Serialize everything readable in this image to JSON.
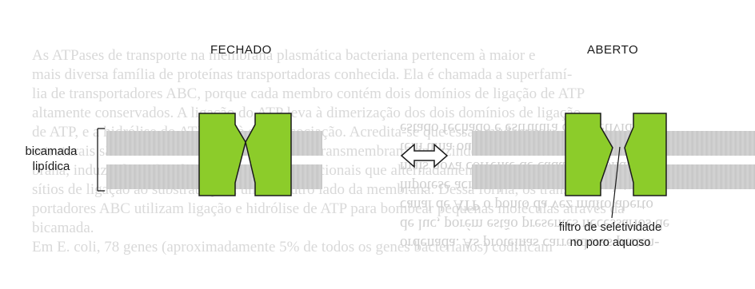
{
  "labels": {
    "closed": "FECHADO",
    "open": "ABERTO",
    "bilayer_line1": "bicamada",
    "bilayer_line2": "lipídica",
    "filter_line1": "filtro de seletividade",
    "filter_line2": "no poro aquoso"
  },
  "background_text": [
    "As ATPases de transporte na membrana plasmática bacteriana pertencem à maior e",
    "mais diversa família de proteínas transportadoras conhecida. Ela é chamada a superfamí-",
    "lia de transportadores ABC, porque cada membro contém dois domínios de ligação de ATP",
    "altamente conservados. A ligação do ATP leva à dimerização dos dois domínios de ligação",
    "de ATP, e a hidrólise do ATP leva à sua dissociação. Acredita-se que essas mudanças",
    "estruturais são transmitidas para os segmentos transmembrana, induzindo ciclos de mudanças conformacionais",
    "brana, induzindo ciclos de mudanças conformacionais que alternadamente expõem os",
    "sítios de ligação ao substrato para um ou outro lado da membrana. Dessa forma, os trans-",
    "portadores ABC utilizam ligação e hidrólise de ATP para bombear pequenas moléculas através da",
    "bicamada.",
    "Em E. coli, 78 genes (aproximadamente 5% de todos os genes bacterianos) codificam"
  ],
  "background_text_right": [
    "ordenada. As proteínas carreadoras perten-",
    "de luc, porém estão presentes necessários de",
    "canal de ATP o ponto da vez muito aberto",
    "hipótese acima do poro gradiente eletroqu-",
    "mais nova corrente de cada mitocôndria",
    "tem uma outra estrutura de sequências",
    "estado fechado e estrutura do seletividade"
  ],
  "colors": {
    "protein_fill": "#8ccc2a",
    "protein_stroke": "#1a1a1a",
    "membrane": "#c9c9c9",
    "text": "#1a1a1a"
  },
  "icons": {
    "transition_arrow": "double-headed-arrow-icon",
    "bracket": "bilayer-bracket-icon"
  }
}
